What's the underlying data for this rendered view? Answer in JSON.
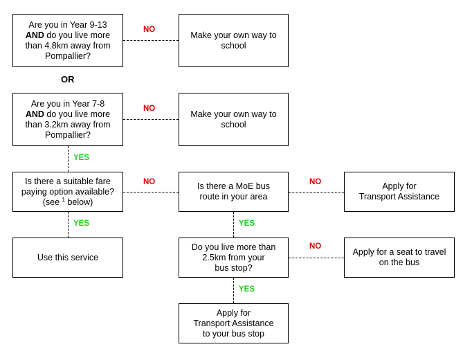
{
  "labels": {
    "no": "NO",
    "yes": "YES",
    "or": "OR"
  },
  "boxes": {
    "q_year9_13": {
      "line1": "Are you in Year 9-13",
      "and": "AND",
      "line2_rest": " do you live more",
      "line3": "than 4.8km away from",
      "line4": "Pompallier?"
    },
    "own_way_1": {
      "line1": "Make your own way to",
      "line2": "school"
    },
    "q_year7_8": {
      "line1": "Are you in Year 7-8",
      "and": "AND",
      "line2_rest": " do you live more",
      "line3": "than 3.2km away from",
      "line4": "Pompallier?"
    },
    "own_way_2": {
      "line1": "Make your own way to",
      "line2": "school"
    },
    "q_fare": {
      "line1": "Is there a suitable fare",
      "line2": "paying option available?",
      "line3_pre": "(see ",
      "line3_sup": "1",
      "line3_post": " below)"
    },
    "q_moe_bus": {
      "line1": "Is there a MoE bus",
      "line2": "route in your area"
    },
    "apply_transport_1": {
      "line1": "Apply for",
      "line2": "Transport Assistance"
    },
    "use_service": {
      "line1": "Use this service"
    },
    "q_distance_stop": {
      "line1": "Do you live more than",
      "line2": "2.5km from your",
      "line3": "bus stop?"
    },
    "apply_seat": {
      "line1": "Apply for a seat to travel",
      "line2": "on the bus"
    },
    "apply_transport_stop": {
      "line1": "Apply for",
      "line2": "Transport Assistance",
      "line3": "to your bus stop"
    }
  },
  "colors": {
    "no_label": "#dd0000",
    "yes_label": "#22cc22",
    "border": "#000000"
  }
}
